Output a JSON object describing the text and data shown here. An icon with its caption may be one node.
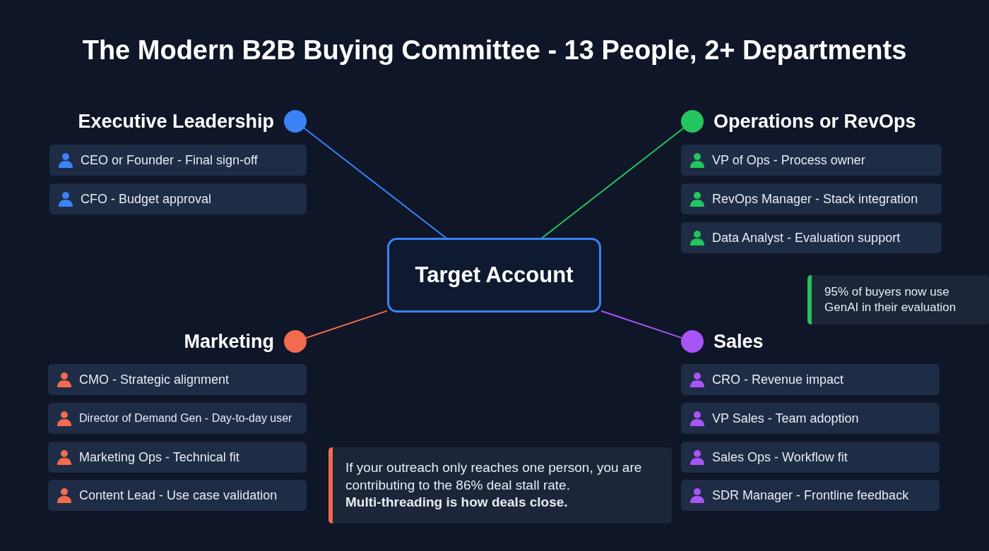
{
  "diagram": {
    "title": "The Modern B2B Buying Committee - 13 People, 2+ Departments",
    "nodes": [
      {
        "text": [
          "Target Account"
        ]
      },
      {
        "text": [
          "Executive Leadership"
        ]
      },
      {
        "text": [
          "CEO or Founder - Final sign-off"
        ]
      },
      {
        "text": [
          "CFO - Budget approval"
        ]
      },
      {
        "text": [
          "Operations or RevOps"
        ]
      },
      {
        "text": [
          "VP of Ops - Process owner"
        ]
      },
      {
        "text": [
          "RevOps Manager - Stack integration"
        ]
      },
      {
        "text": [
          "Data Analyst - Evaluation support"
        ]
      },
      {
        "text": [
          "95% of buyers now use GenAI in their evaluation"
        ]
      },
      {
        "text": [
          "Marketing"
        ]
      },
      {
        "text": [
          "CMO - Strategic alignment"
        ]
      },
      {
        "text": [
          "Director of Demand Gen - Day-to-day user"
        ]
      },
      {
        "text": [
          "Marketing Ops - Technical fit"
        ]
      },
      {
        "text": [
          "Content Lead - Use case validation"
        ]
      },
      {
        "text": [
          "Sales"
        ]
      },
      {
        "text": [
          "CRO - Revenue impact"
        ]
      },
      {
        "text": [
          "VP Sales - Team adoption"
        ]
      },
      {
        "text": [
          "Sales Ops - Workflow fit"
        ]
      },
      {
        "text": [
          "SDR Manager - Frontline feedback"
        ]
      },
      {
        "text": [
          "If your outreach only reaches one person, you are contributing to the 86% deal stall rate. **Multi-threading is how deals close.**"
        ]
      }
    ],
    "edges": [
      {
        "from": 0,
        "to": 1,
        "arrow": "none",
        "color": "#3b82f6"
      },
      {
        "from": 0,
        "to": 4,
        "arrow": "none",
        "color": "#22c55e"
      },
      {
        "from": 0,
        "to": 9,
        "arrow": "none",
        "color": "#f26b4f"
      },
      {
        "from": 0,
        "to": 14,
        "arrow": "none",
        "color": "#a855f7"
      }
    ]
  }
}
